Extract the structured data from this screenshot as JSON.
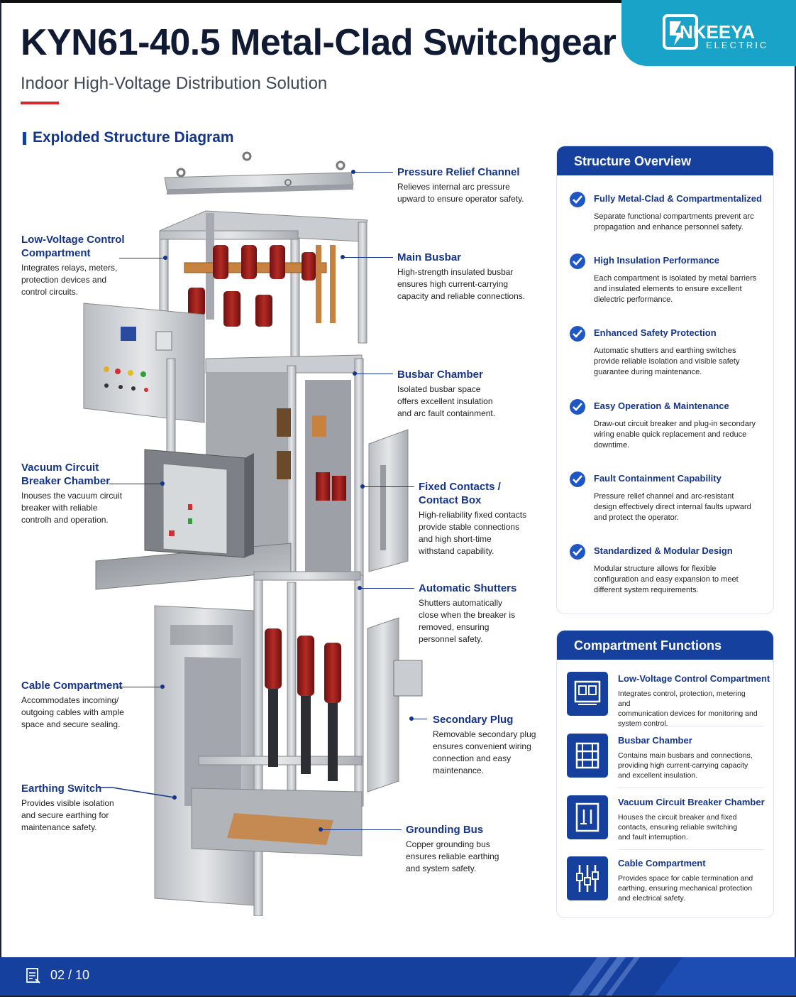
{
  "brand": {
    "name": "NKEEYA",
    "sub": "ELECTRIC"
  },
  "header": {
    "title": "KYN61-40.5 Metal-Clad Switchgear",
    "subtitle": "Indoor High-Voltage Distribution Solution"
  },
  "diagram": {
    "section_title": "Exploded Structure Diagram",
    "callouts": [
      {
        "title": "Pressure Relief Channel",
        "desc": [
          "Relieves internal arc pressure",
          "upward to ensure operator safety."
        ]
      },
      {
        "title": "Low-Voltage Control",
        "title2": "Compartment",
        "desc": [
          "Integrates relays, meters,",
          "protection devices and",
          "control circuits."
        ]
      },
      {
        "title": "Main Busbar",
        "desc": [
          "High-strength insulated busbar",
          "ensures high current-carrying",
          "capacity and reliable connections."
        ]
      },
      {
        "title": "Busbar Chamber",
        "desc": [
          "Isolated busbar space",
          "offers excellent insulation",
          "and arc fault containment."
        ]
      },
      {
        "title": "Vacuum Circuit",
        "title2": "Breaker Chamber",
        "desc": [
          "Inouses the vacuum circuit",
          "breaker with reliable",
          "controlh and operation."
        ]
      },
      {
        "title": "Fixed Contacts /",
        "title2": "Contact Box",
        "desc": [
          "High-reliability fixed contacts",
          "provide stable connections",
          "and high short-time",
          "withstand capability."
        ]
      },
      {
        "title": "Automatic Shutters",
        "desc": [
          "Shutters automatically",
          "close when the breaker is",
          "removed, ensuring",
          "personnel safety."
        ]
      },
      {
        "title": "Cable Compartment",
        "desc": [
          "Accommodates incoming/",
          "outgoing cables with ample",
          "space and secure sealing."
        ]
      },
      {
        "title": "Secondary Plug",
        "desc": [
          "Removable secondary plug",
          "ensures convenient wiring",
          "connection and easy",
          "maintenance."
        ]
      },
      {
        "title": "Earthing Switch",
        "desc": [
          "Provides visible isolation",
          "and secure earthing for",
          "maintenance safety."
        ]
      },
      {
        "title": "Grounding Bus",
        "desc": [
          "Copper grounding bus",
          "ensures reliable earthing",
          "and system safety."
        ]
      }
    ]
  },
  "overview": {
    "title": "Structure Overview",
    "items": [
      {
        "title": "Fully Metal-Clad & Compartmentalized",
        "desc": [
          "Separate functional compartments prevent arc",
          "propagation and enhance personnel safety."
        ]
      },
      {
        "title": "High Insulation Performance",
        "desc": [
          "Each compartment is isolated by metal barriers",
          "and insulated elements to ensure excellent",
          "dielectric performance."
        ]
      },
      {
        "title": "Enhanced Safety Protection",
        "desc": [
          "Automatic shutters and earthing switches",
          "provide reliable isolation and visible safety",
          "guarantee during maintenance."
        ]
      },
      {
        "title": "Easy Operation & Maintenance",
        "desc": [
          "Draw-out circuit breaker and plug-in secondary",
          "wiring enable quick replacement and reduce",
          "downtime."
        ]
      },
      {
        "title": "Fault Containment Capability",
        "desc": [
          "Pressure relief channel and arc-resistant",
          "design effectively direct internal faults upward",
          "and protect the operator."
        ]
      },
      {
        "title": "Standardized & Modular Design",
        "desc": [
          "Modular structure allows for flexible",
          "configuration and easy expansion to meet",
          "different system requirements."
        ]
      }
    ]
  },
  "functions": {
    "title": "Compartment Functions",
    "items": [
      {
        "icon": "control-panel-icon",
        "title": "Low-Voltage Control Compartment",
        "desc": [
          "Integrates control, protection, metering and",
          "communication devices for monitoring and",
          "system control."
        ]
      },
      {
        "icon": "busbar-icon",
        "title": "Busbar Chamber",
        "desc": [
          "Contains main busbars and connections,",
          "providing high current-carrying capacity",
          "and excellent insulation."
        ]
      },
      {
        "icon": "breaker-icon",
        "title": "Vacuum Circuit Breaker Chamber",
        "desc": [
          "Houses the circuit breaker and fixed",
          "contacts, ensuring reliable switching",
          "and fault interruption."
        ]
      },
      {
        "icon": "cable-terminal-icon",
        "title": "Cable Compartment",
        "desc": [
          "Provides space for cable termination and",
          "earthing, ensuring mechanical protection",
          "and electrical safety."
        ]
      }
    ]
  },
  "footer": {
    "page": "02 / 10"
  },
  "colors": {
    "accent": "#15409e",
    "title": "#101a33",
    "red": "#d42a2a",
    "logo": "#1aa3c8"
  }
}
